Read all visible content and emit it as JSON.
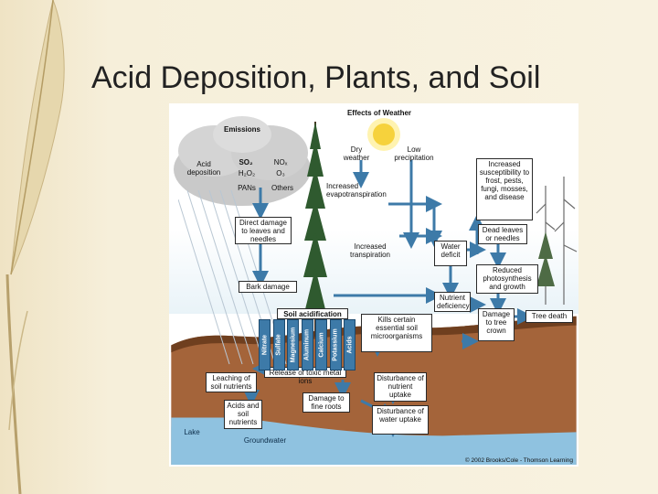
{
  "slide": {
    "title": "Acid Deposition, Plants, and Soil"
  },
  "figure": {
    "header": "Effects of Weather",
    "emissions": {
      "label": "Emissions",
      "acid_deposition": "Acid deposition",
      "so2": "SO₂",
      "nox": "NOₓ",
      "h2o2": "H₂O₂",
      "o3": "O₃",
      "pans": "PANs",
      "others": "Others"
    },
    "weather": {
      "dry_weather": "Dry weather",
      "low_precipitation": "Low precipitation",
      "increased_evapotranspiration": "Increased evapotranspiration",
      "increased_transpiration": "Increased transpiration"
    },
    "boxes": {
      "direct_damage": "Direct damage to leaves and needles",
      "bark_damage": "Bark damage",
      "soil_acidification": "Soil acidification",
      "water_deficit": "Water deficit",
      "nutrient_deficiency": "Nutrient deficiency",
      "increased_susceptibility": "Increased susceptibility to frost, pests, fungi, mosses, and disease",
      "dead_leaves": "Dead leaves or needles",
      "reduced_photosynthesis": "Reduced photosynthesis and growth",
      "damage_tree_crown": "Damage to tree crown",
      "tree_death": "Tree death",
      "kills_microorganisms": "Kills certain essential soil microorganisms",
      "release_toxic_metals": "Release of toxic metal ions",
      "leaching": "Leaching of soil nutrients",
      "acids_nutrients": "Acids and soil nutrients",
      "damage_fine_roots": "Damage to fine roots",
      "disturbance_nutrient": "Disturbance of nutrient uptake",
      "disturbance_water": "Disturbance of water uptake"
    },
    "soil_bars": [
      "Nitrate",
      "Sulfate",
      "Magnesium",
      "Aluminum",
      "Calcium",
      "Potassium",
      "Acids"
    ],
    "lake": "Lake",
    "groundwater": "Groundwater",
    "credit": "© 2002 Brooks/Cole - Thomson Learning"
  },
  "colors": {
    "arrow": "#3d7aa8",
    "soil": "#9b5a2f",
    "water": "#7fb6d9",
    "tree": "#2f5a2f"
  }
}
